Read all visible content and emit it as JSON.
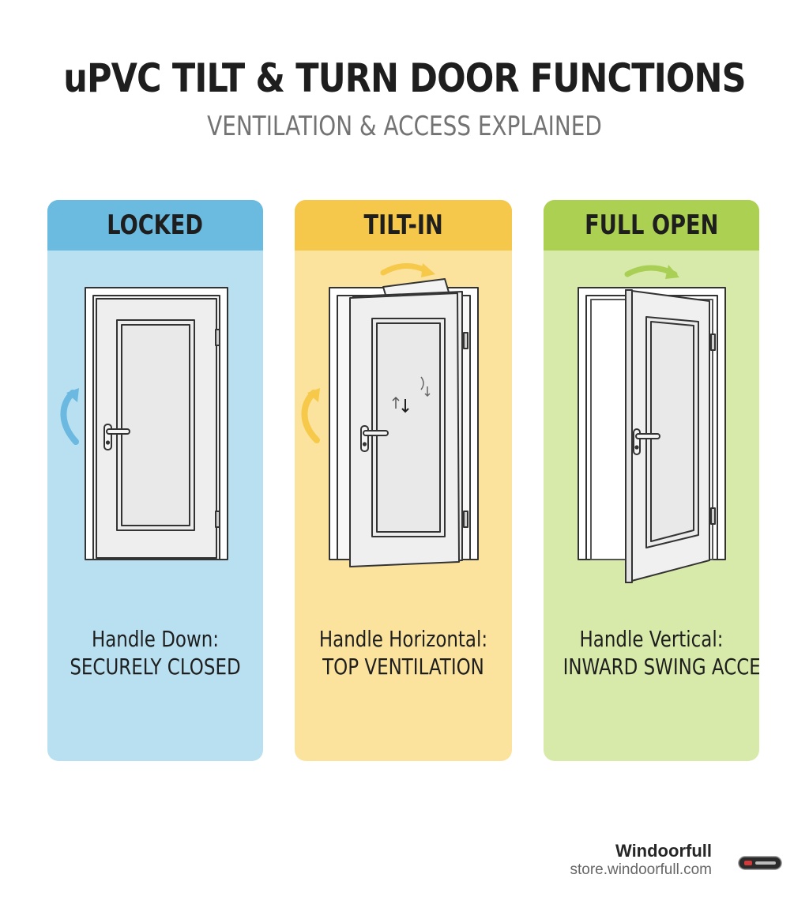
{
  "header": {
    "title": "uPVC TILT & TURN DOOR FUNCTIONS",
    "subtitle": "VENTILATION & ACCESS EXPLAINED"
  },
  "panels": [
    {
      "title": "LOCKED",
      "caption_line1": "Handle Down:",
      "caption_line2": "SECURELY CLOSED",
      "bg_color": "#b8e0f1",
      "head_color": "#6bbadf",
      "arrow_color": "#6bb9e0",
      "icon": "closed-door-icon"
    },
    {
      "title": "TILT-IN",
      "caption_line1": "Handle Horizontal:",
      "caption_line2": "TOP VENTILATION",
      "bg_color": "#fbe39e",
      "head_color": "#f5c84c",
      "arrow_color": "#f6c94a",
      "icon": "tilted-door-icon"
    },
    {
      "title": "FULL OPEN",
      "caption_line1": "Handle Vertical:",
      "caption_line2": "INWARD SWING ACCESS",
      "bg_color": "#d8eaaa",
      "head_color": "#acd052",
      "arrow_color": "#a9d054",
      "icon": "open-door-icon"
    }
  ],
  "footer": {
    "brand": "Windoorfull",
    "url": "store.windoorfull.com",
    "logo_icon": "windoorfull-logo-icon"
  }
}
